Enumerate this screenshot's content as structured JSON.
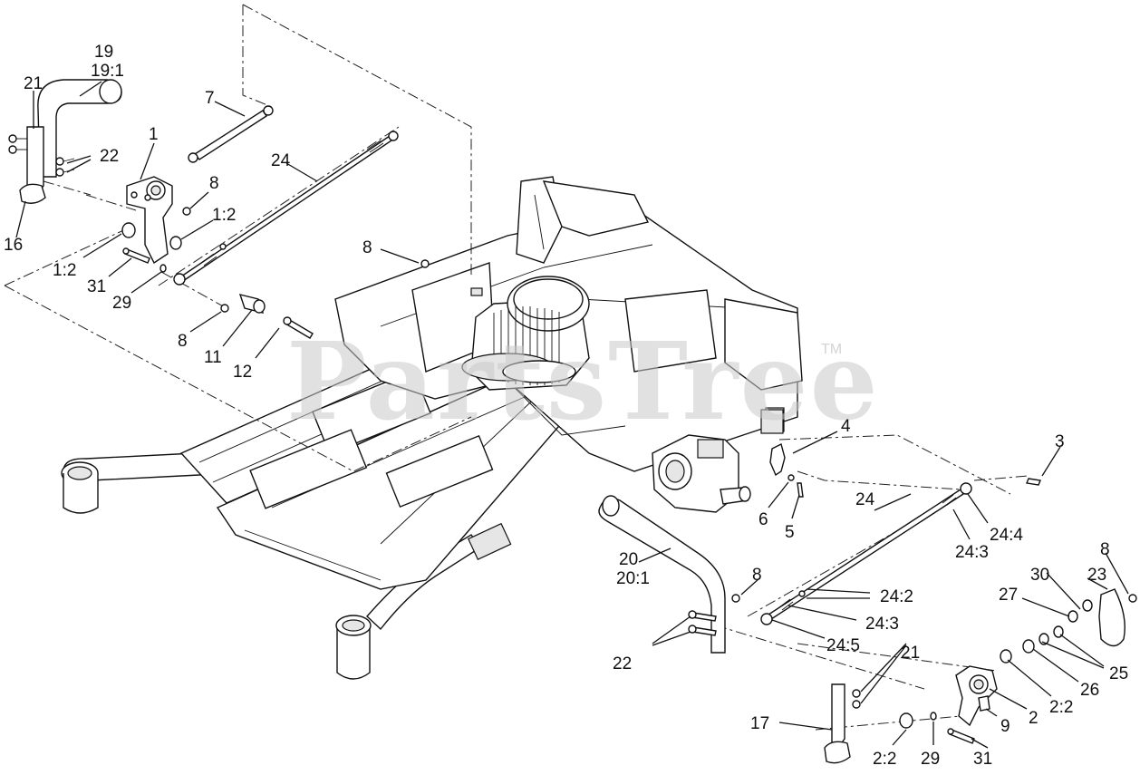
{
  "watermark": {
    "text": "PartsTree",
    "trademark": "TM"
  },
  "callouts": [
    {
      "id": "c-19",
      "text": "19"
    },
    {
      "id": "c-19-1",
      "text": "19:1"
    },
    {
      "id": "c-21a",
      "text": "21"
    },
    {
      "id": "c-1a",
      "text": "1"
    },
    {
      "id": "c-22a",
      "text": "22"
    },
    {
      "id": "c-7",
      "text": "7"
    },
    {
      "id": "c-24a",
      "text": "24"
    },
    {
      "id": "c-8a",
      "text": "8"
    },
    {
      "id": "c-1-2a",
      "text": "1:2"
    },
    {
      "id": "c-16",
      "text": "16"
    },
    {
      "id": "c-1-2b",
      "text": "1:2"
    },
    {
      "id": "c-31a",
      "text": "31"
    },
    {
      "id": "c-29a",
      "text": "29"
    },
    {
      "id": "c-8b",
      "text": "8"
    },
    {
      "id": "c-8c",
      "text": "8"
    },
    {
      "id": "c-11",
      "text": "11"
    },
    {
      "id": "c-12",
      "text": "12"
    },
    {
      "id": "c-4",
      "text": "4"
    },
    {
      "id": "c-3",
      "text": "3"
    },
    {
      "id": "c-24b",
      "text": "24"
    },
    {
      "id": "c-24-4",
      "text": "24:4"
    },
    {
      "id": "c-6",
      "text": "6"
    },
    {
      "id": "c-5",
      "text": "5"
    },
    {
      "id": "c-24-3a",
      "text": "24:3"
    },
    {
      "id": "c-20",
      "text": "20"
    },
    {
      "id": "c-20-1",
      "text": "20:1"
    },
    {
      "id": "c-8d",
      "text": "8"
    },
    {
      "id": "c-8e",
      "text": "8"
    },
    {
      "id": "c-30",
      "text": "30"
    },
    {
      "id": "c-23",
      "text": "23"
    },
    {
      "id": "c-24-2",
      "text": "24:2"
    },
    {
      "id": "c-27",
      "text": "27"
    },
    {
      "id": "c-24-3b",
      "text": "24:3"
    },
    {
      "id": "c-24-5",
      "text": "24:5"
    },
    {
      "id": "c-22b",
      "text": "22"
    },
    {
      "id": "c-21b",
      "text": "21"
    },
    {
      "id": "c-25",
      "text": "25"
    },
    {
      "id": "c-26",
      "text": "26"
    },
    {
      "id": "c-2-2a",
      "text": "2:2"
    },
    {
      "id": "c-2",
      "text": "2"
    },
    {
      "id": "c-9",
      "text": "9"
    },
    {
      "id": "c-17",
      "text": "17"
    },
    {
      "id": "c-2-2b",
      "text": "2:2"
    },
    {
      "id": "c-29b",
      "text": "29"
    },
    {
      "id": "c-31b",
      "text": "31"
    }
  ]
}
